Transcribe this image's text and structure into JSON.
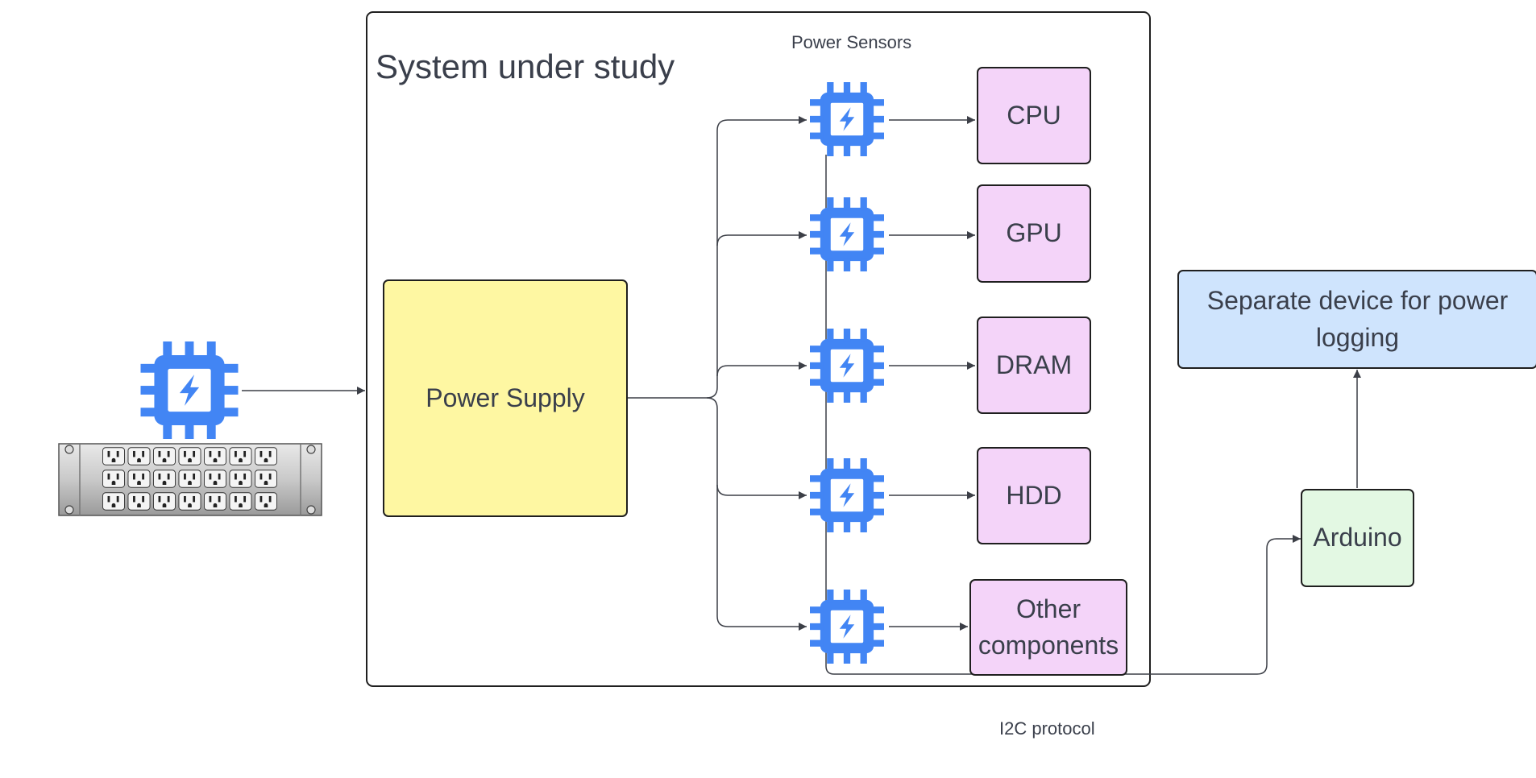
{
  "diagram": {
    "system_title": "System under study",
    "sensors_label": "Power Sensors",
    "power_supply": "Power Supply",
    "components": [
      "CPU",
      "GPU",
      "DRAM",
      "HDD",
      "Other components"
    ],
    "arduino": "Arduino",
    "logger": "Separate device for power logging",
    "protocol_label": "I2C protocol"
  },
  "icons": {
    "sensor": "power-sensor-chip-icon",
    "power_strip": "power-strip-outlet-rack"
  },
  "colors": {
    "sensor_blue": "#4285f4",
    "power_supply_fill": "#fef7a2",
    "component_fill": "#f4d4f9",
    "arduino_fill": "#e3f8e3",
    "logger_fill": "#cfe4fd",
    "line": "#3c3f47"
  }
}
